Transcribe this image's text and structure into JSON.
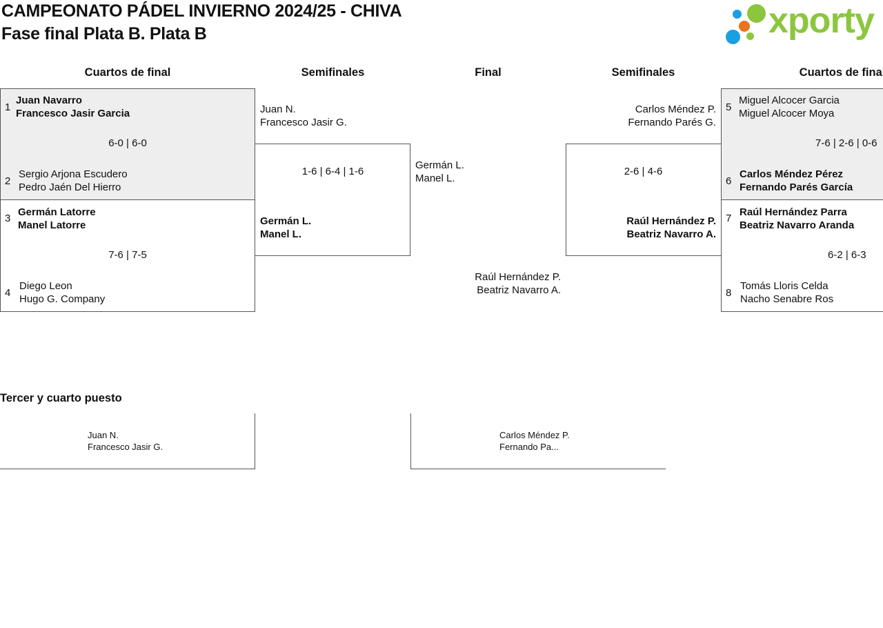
{
  "header": {
    "title": "CAMPEONATO PÁDEL INVIERNO 2024/25 - CHIVA",
    "subtitle": "Fase final Plata B. Plata B",
    "logo_text": "xporty",
    "logo_colors": {
      "green": "#8cc63f",
      "blue": "#1a9fe0",
      "orange": "#e8731a"
    }
  },
  "rounds": {
    "left_qf": "Cuartos de final",
    "left_sf": "Semifinales",
    "final": "Final",
    "right_sf": "Semifinales",
    "right_qf": "Cuartos de final"
  },
  "quarterfinals": {
    "m1": {
      "seed_top": "1",
      "top_p1": "Juan Navarro",
      "top_p2": "Francesco Jasir Garcia",
      "score": "6-0 | 6-0",
      "seed_bottom": "2",
      "bottom_p1": "Sergio Arjona Escudero",
      "bottom_p2": "Pedro Jaén Del Hierro"
    },
    "m2": {
      "seed_top": "3",
      "top_p1": "Germán Latorre",
      "top_p2": "Manel Latorre",
      "score": "7-6 | 7-5",
      "seed_bottom": "4",
      "bottom_p1": "Diego Leon",
      "bottom_p2": "Hugo G. Company"
    },
    "m3": {
      "seed_top": "5",
      "top_p1": "Miguel Alcocer Garcia",
      "top_p2": "Miguel Alcocer Moya",
      "score": "7-6 | 2-6 | 0-6",
      "seed_bottom": "6",
      "bottom_p1": "Carlos Méndez Pérez",
      "bottom_p2": "Fernando Parés García"
    },
    "m4": {
      "seed_top": "7",
      "top_p1": "Raúl Hernández Parra",
      "top_p2": "Beatriz Navarro Aranda",
      "score": "6-2 | 6-3",
      "seed_bottom": "8",
      "bottom_p1": "Tomás Lloris Celda",
      "bottom_p2": "Nacho Senabre Ros"
    }
  },
  "semifinals": {
    "left": {
      "top_p1": "Juan N.",
      "top_p2": "Francesco Jasir G.",
      "score": "1-6 | 6-4 | 1-6",
      "bottom_p1": "Germán L.",
      "bottom_p2": "Manel L."
    },
    "right": {
      "top_p1": "Carlos Méndez P.",
      "top_p2": "Fernando Parés G.",
      "score": "2-6 | 4-6",
      "bottom_p1": "Raúl Hernández P.",
      "bottom_p2": "Beatriz Navarro A."
    }
  },
  "final": {
    "left_p1": "Germán L.",
    "left_p2": "Manel L.",
    "right_p1": "Raúl Hernández P.",
    "right_p2": "Beatriz Navarro A."
  },
  "third_place": {
    "heading": "Tercer y cuarto puesto",
    "left_p1": "Juan N.",
    "left_p2": "Francesco Jasir G.",
    "right_p1": "Carlos Méndez P.",
    "right_p2": "Fernando Pa..."
  }
}
